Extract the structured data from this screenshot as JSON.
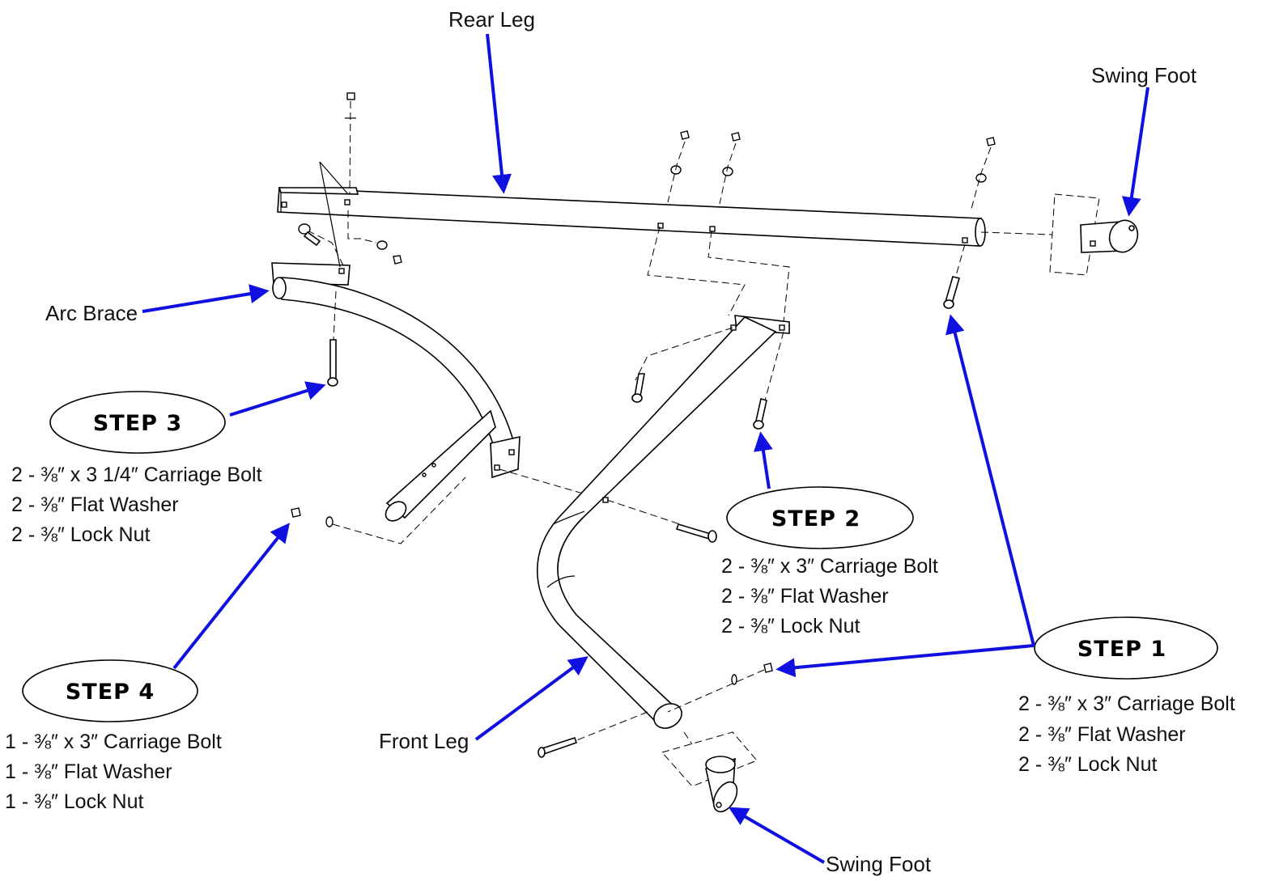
{
  "labels": {
    "rear_leg": "Rear Leg",
    "swing_foot_top": "Swing Foot",
    "arc_brace": "Arc Brace",
    "front_leg": "Front Leg",
    "swing_foot_bottom": "Swing Foot"
  },
  "steps": [
    {
      "title": "STEP 1",
      "parts": [
        "2 - ⅜″ x 3″ Carriage Bolt",
        "2 - ⅜″ Flat Washer",
        "2 - ⅜″ Lock Nut"
      ]
    },
    {
      "title": "STEP 2",
      "parts": [
        "2 - ⅜″ x 3″ Carriage Bolt",
        "2 - ⅜″ Flat Washer",
        "2 - ⅜″ Lock Nut"
      ]
    },
    {
      "title": "STEP 3",
      "parts": [
        "2 - ⅜″ x 3 1/4″ Carriage Bolt",
        "2 - ⅜″ Flat Washer",
        "2 - ⅜″ Lock Nut"
      ]
    },
    {
      "title": "STEP 4",
      "parts": [
        "1 - ⅜″ x 3″ Carriage Bolt",
        "1 - ⅜″ Flat Washer",
        "1 - ⅜″ Lock Nut"
      ]
    }
  ],
  "colors": {
    "callout_arrow": "#1010e0",
    "line": "#000000"
  }
}
